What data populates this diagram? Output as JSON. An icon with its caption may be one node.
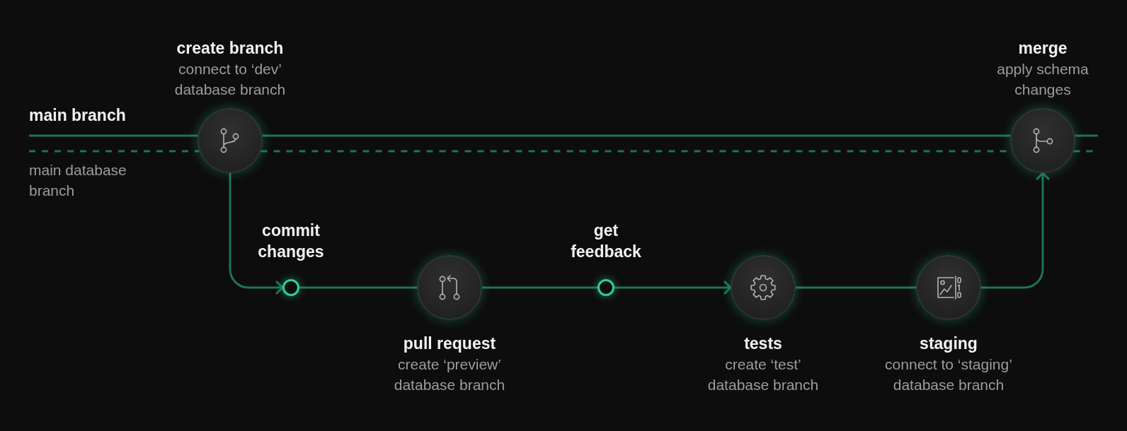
{
  "diagram": {
    "nodes": [
      {
        "text": [
          "create branch",
          "connect to ‘dev’ database branch"
        ]
      },
      {
        "text": [
          "commit changes"
        ]
      },
      {
        "text": [
          "pull request",
          "create ‘preview’ database branch"
        ]
      },
      {
        "text": [
          "get feedback"
        ]
      },
      {
        "text": [
          "tests",
          "create ‘test’ database branch"
        ]
      },
      {
        "text": [
          "staging",
          "connect to ‘staging’ database branch"
        ]
      },
      {
        "text": [
          "merge",
          "apply schema changes"
        ]
      }
    ],
    "edges": [
      {
        "from": null,
        "to": 0,
        "arrow": "none"
      },
      {
        "from": 0,
        "to": 6,
        "arrow": "none"
      },
      {
        "from": 6,
        "to": null,
        "arrow": "none"
      },
      {
        "from": null,
        "to": 0,
        "arrow": "none",
        "style": "dashed"
      },
      {
        "from": 0,
        "to": 6,
        "arrow": "none",
        "style": "dashed"
      },
      {
        "from": 6,
        "to": null,
        "arrow": "none",
        "style": "dashed"
      },
      {
        "from": 0,
        "to": 1,
        "arrow": "to"
      },
      {
        "from": 1,
        "to": 2,
        "arrow": "none"
      },
      {
        "from": 2,
        "to": 3,
        "arrow": "none"
      },
      {
        "from": 3,
        "to": 4,
        "arrow": "to"
      },
      {
        "from": 4,
        "to": 5,
        "arrow": "none"
      },
      {
        "from": 5,
        "to": 6,
        "arrow": "to"
      }
    ],
    "labels": [
      "main branch",
      "main database branch"
    ]
  }
}
